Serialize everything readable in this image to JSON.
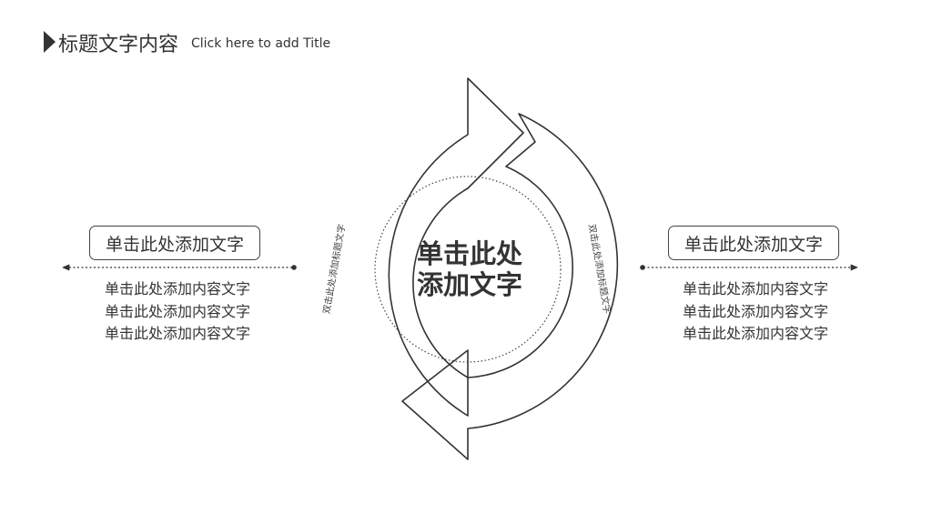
{
  "header": {
    "title": "标题文字内容",
    "subtitle": "Click here to add Title"
  },
  "diagram": {
    "center_text": [
      "单击此处",
      "添加文字"
    ],
    "arc_labels": {
      "left": "双击此处添加标题文字",
      "right": "双击此处添加标题文字"
    },
    "left": {
      "box_label": "单击此处添加文字",
      "lines": [
        "单击此处添加内容文字",
        "单击此处添加内容文字",
        "单击此处添加内容文字"
      ]
    },
    "right": {
      "box_label": "单击此处添加文字",
      "lines": [
        "单击此处添加内容文字",
        "单击此处添加内容文字",
        "单击此处添加内容文字"
      ]
    }
  },
  "colors": {
    "stroke": "#333333",
    "text": "#333333"
  }
}
